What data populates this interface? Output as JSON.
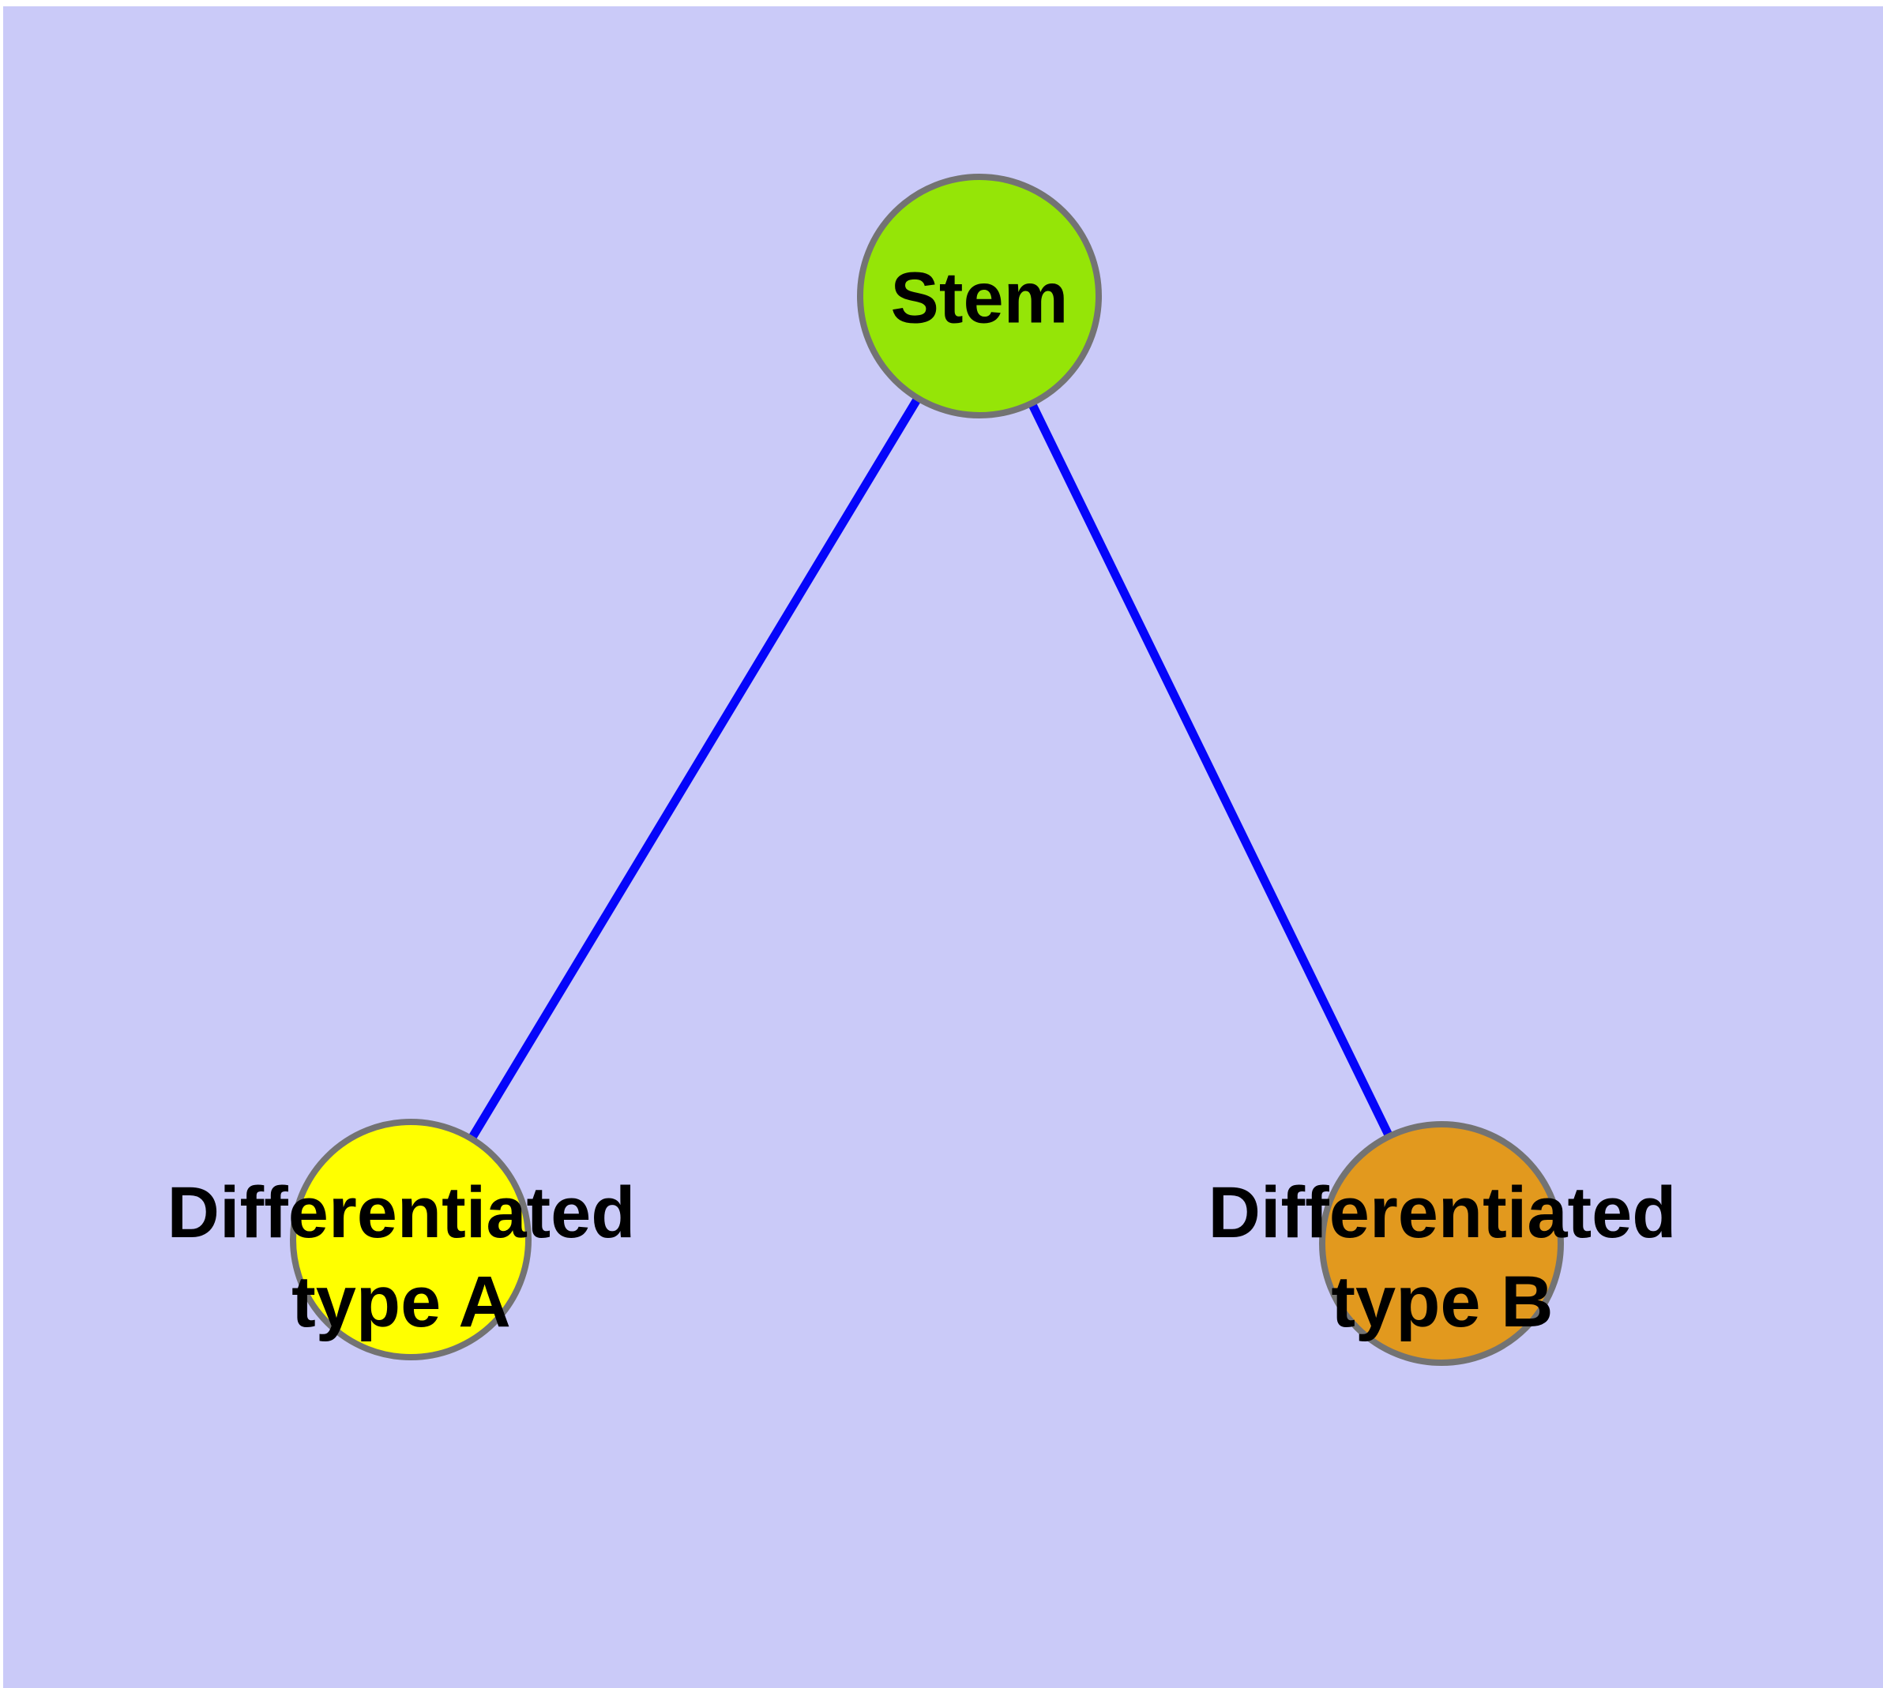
{
  "canvas": {
    "background_color": "#CACAF8",
    "frame_color": "#FFFFFF"
  },
  "edges": {
    "color": "#0505FA",
    "items": [
      {
        "from": "Stem",
        "to": "Differentiated type A"
      },
      {
        "from": "Stem",
        "to": "Differentiated type B"
      }
    ]
  },
  "nodes": {
    "border_color": "#737373",
    "label_color": "#000000",
    "items": [
      {
        "id": "stem",
        "label": "Stem",
        "fill": "#95E507"
      },
      {
        "id": "differentiated-type-a",
        "label": "Differentiated\ntype A",
        "fill": "#FFFF00"
      },
      {
        "id": "differentiated-type-b",
        "label": "Differentiated\ntype B",
        "fill": "#E2991E"
      }
    ]
  }
}
